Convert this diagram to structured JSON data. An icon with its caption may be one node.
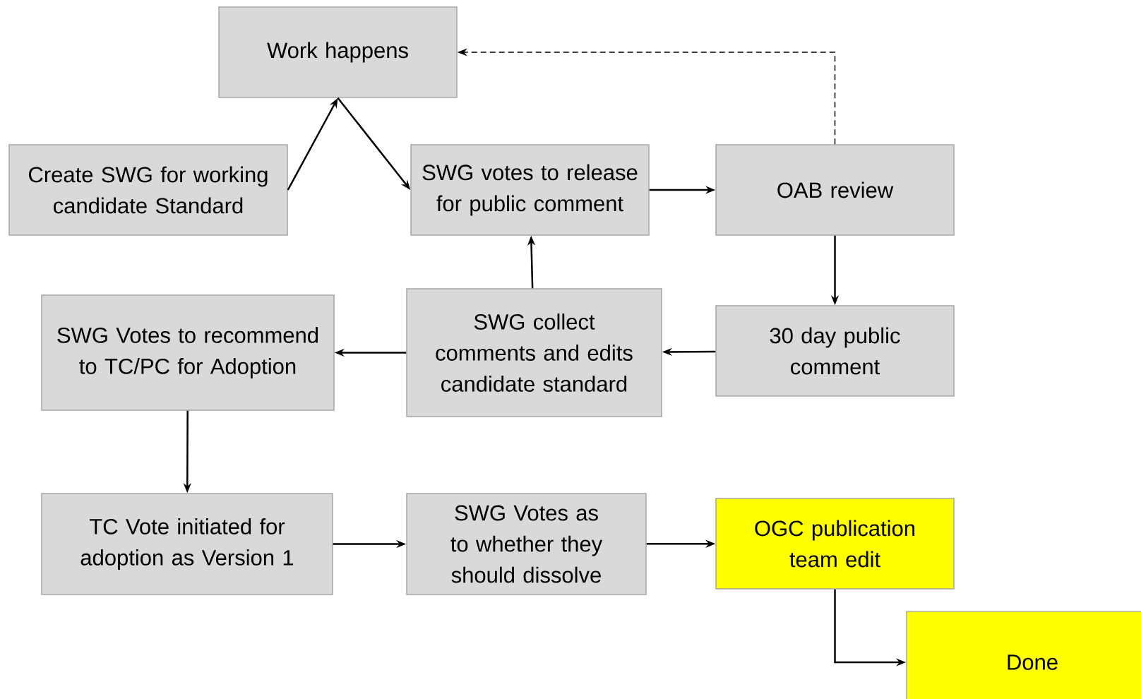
{
  "diagram": {
    "nodes": [
      {
        "text": [
          "Work happens"
        ]
      },
      {
        "text": [
          "Create SWG for working candidate Standard"
        ]
      },
      {
        "text": [
          "SWG votes to release for public comment"
        ]
      },
      {
        "text": [
          "OAB review"
        ]
      },
      {
        "text": [
          "SWG Votes to recommend to TC/PC for Adoption"
        ]
      },
      {
        "text": [
          "SWG collect comments and edits candidate standard"
        ]
      },
      {
        "text": [
          "30 day public comment"
        ]
      },
      {
        "text": [
          "TC Vote initiated for adoption as Version 1"
        ]
      },
      {
        "text": [
          "SWG Votes as to whether they should dissolve"
        ]
      },
      {
        "text": [
          "OGC publication team edit"
        ]
      },
      {
        "text": [
          "Done"
        ]
      }
    ],
    "edges": [
      {
        "from": 1,
        "to": 0,
        "arrow": "to"
      },
      {
        "from": 0,
        "to": 2,
        "arrow": "to"
      },
      {
        "from": 2,
        "to": 3,
        "arrow": "to"
      },
      {
        "from": 3,
        "to": 0,
        "arrow": "to",
        "style": "dashed"
      },
      {
        "from": 3,
        "to": 6,
        "arrow": "to"
      },
      {
        "from": 6,
        "to": 5,
        "arrow": "to"
      },
      {
        "from": 5,
        "to": 2,
        "arrow": "to"
      },
      {
        "from": 5,
        "to": 4,
        "arrow": "to"
      },
      {
        "from": 4,
        "to": 7,
        "arrow": "to"
      },
      {
        "from": 7,
        "to": 8,
        "arrow": "to"
      },
      {
        "from": 8,
        "to": 9,
        "arrow": "to"
      },
      {
        "from": 9,
        "to": 10,
        "arrow": "to"
      }
    ]
  }
}
